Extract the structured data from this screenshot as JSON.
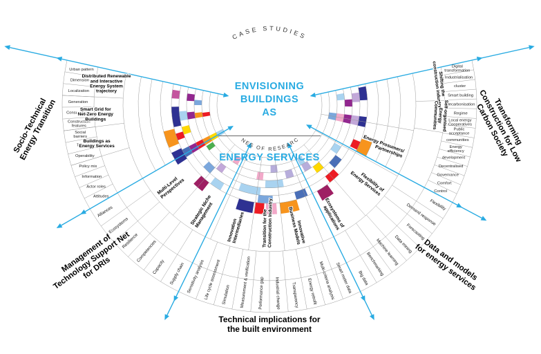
{
  "title": {
    "top": "ENVISIONING\nBUILDINGS\nAS",
    "bottom": "ENERGY SERVICES"
  },
  "arc_labels": {
    "case_studies": "CASE STUDIES",
    "lines_of_research": "LINES OF RESEARCH"
  },
  "outer_group_labels": [
    {
      "text": "Socio-Technical\nEnergy Transition"
    },
    {
      "text": "Management of\nTechnology Support Net\nfor DRIs"
    },
    {
      "text": "Technical implications for\nthe built environment"
    },
    {
      "text": "Data and models\nfor energy services"
    },
    {
      "text": "Transforming\nConstruction for Low\nCarbon Society"
    }
  ],
  "diagram": {
    "accent_color": "#29abe2",
    "grid_color": "#9a9a9a",
    "text_color": "#222222",
    "palette": {
      "darkblue": "#2e3192",
      "blue": "#4a6fb7",
      "medblue": "#7ba7dc",
      "ltblue": "#a9d3f0",
      "purple": "#92278f",
      "ltpurple": "#c2a8d9",
      "magenta": "#c4559e",
      "pink": "#f2a9c9",
      "lavender": "#b7addb",
      "red": "#ed1c24",
      "darkred": "#9e1f63",
      "orange": "#f7941d",
      "yellow": "#ffd800",
      "green": "#4caf50"
    },
    "left_outer_labels": [
      "Urban pattern",
      "Dimension",
      "Localization",
      "Generation",
      "Consumption",
      "Construction features",
      "Social barriers",
      "Target",
      "Operability",
      "Policy mix",
      "Information",
      "Actor roles",
      "Attitudes"
    ],
    "right_outer_labels": [
      "Digital transformation",
      "Industrialisation",
      "cluster",
      "Smart building",
      "decarbonisation",
      "Regime",
      "Local energy Cooperatives",
      "Public acceptance",
      "communities",
      "Energy efficiency",
      "development",
      "Decentralised",
      "Governance",
      "Comfort",
      "Control"
    ],
    "mgmt_spoke_labels": [
      "Alliances",
      "Ecosystems",
      "Resilience",
      "Competencies",
      "Capacity",
      "Supply chain"
    ],
    "technical_spoke_labels": [
      "Sensitivity analysis",
      "Life cycle assessment",
      "Simulation",
      "Measurement & verification",
      "Performance gap",
      "Industrial change",
      "Transparency",
      "Energy retrofit",
      "Multi-criteria analysis",
      "Smart meter data"
    ],
    "data_spoke_labels": [
      "Big data",
      "Benchmarking",
      "Machine learning",
      "Data mining",
      "Forecasting",
      "Demand response",
      "Flexibility"
    ],
    "research_lines": [
      {
        "lines": [
          "Multi-Level",
          "Perspectives"
        ],
        "angle": 140.5
      },
      {
        "lines": [
          "Strategic Niche",
          "Management"
        ],
        "angle": 122
      },
      {
        "lines": [
          "Innovation",
          "Intermediaries"
        ],
        "angle": 105.5
      },
      {
        "lines": [
          "Transition for the",
          "Construction Industry"
        ],
        "angle": 91
      },
      {
        "lines": [
          "Innovative",
          "Business Models"
        ],
        "angle": 77
      },
      {
        "lines": [
          "Ecosystems of",
          "applications"
        ],
        "angle": 60
      },
      {
        "lines": [
          "Flexibility of",
          "Energy Services"
        ],
        "angle": 38
      },
      {
        "lines": [
          "Energy Prosumers/",
          "Partnerships"
        ],
        "angle": 20
      }
    ],
    "case_studies_left": [
      {
        "lines": [
          "Distributed Renewable",
          "and Interactive",
          "Energy System",
          "trajectory"
        ],
        "angle": 187.5,
        "r": 238
      },
      {
        "lines": [
          "Smart Grid for",
          "Net-Zero Energy",
          "Buildings"
        ],
        "angle": 177,
        "r": 252
      },
      {
        "lines": [
          "Buildings as",
          "Energy Services"
        ],
        "angle": 167.5,
        "r": 256
      }
    ],
    "case_studies_right": [
      {
        "lines": [
          "Shifting the",
          "construction industry"
        ],
        "angle": -7,
        "r": 248
      },
      {
        "lines": [
          "Self-organised",
          "Energy",
          "Communities"
        ],
        "angle": 3.5,
        "r": 248
      }
    ],
    "cells": [
      {
        "ring": 5,
        "a1": 167,
        "a2": 179,
        "color": "darkblue"
      },
      {
        "ring": 4,
        "a1": 170,
        "a2": 176,
        "color": "ltblue"
      },
      {
        "ring": 3,
        "a1": 170,
        "a2": 175,
        "color": "purple"
      },
      {
        "ring": 2,
        "a1": 170,
        "a2": 174,
        "color": "orange"
      },
      {
        "ring": 1,
        "a1": 170,
        "a2": 173.5,
        "color": "red"
      },
      {
        "ring": 4,
        "a1": 161,
        "a2": 166,
        "color": "yellow"
      },
      {
        "ring": 6,
        "a1": 157,
        "a2": 166,
        "color": "orange"
      },
      {
        "ring": 5,
        "a1": 159,
        "a2": 163,
        "color": "red"
      },
      {
        "ring": 3,
        "a1": 183,
        "a2": 188,
        "color": "purple"
      },
      {
        "ring": 5,
        "a1": 184,
        "a2": 189,
        "color": "magenta"
      },
      {
        "ring": 2,
        "a1": 180,
        "a2": 184,
        "color": "medblue"
      },
      {
        "ring": 6,
        "a1": 147,
        "a2": 154,
        "color": "darkblue"
      },
      {
        "ring": 5,
        "a1": 148,
        "a2": 153,
        "color": "blue"
      },
      {
        "ring": 4,
        "a1": 148,
        "a2": 153,
        "color": "purple"
      },
      {
        "ring": 3,
        "a1": 148,
        "a2": 153,
        "color": "red"
      },
      {
        "ring": 2,
        "a1": 148,
        "a2": 153,
        "color": "orange"
      },
      {
        "ring": 1,
        "a1": 148,
        "a2": 153,
        "color": "yellow"
      },
      {
        "ring": 0,
        "a1": 148,
        "a2": 153,
        "color": "ltblue"
      },
      {
        "ring": 2,
        "a1": 143,
        "a2": 147,
        "color": "green"
      },
      {
        "ring": 4,
        "a1": 131,
        "a2": 137,
        "color": "medblue"
      },
      {
        "ring": 3,
        "a1": 125,
        "a2": 130,
        "color": "ltpurple"
      },
      {
        "ring": 5,
        "a1": 120,
        "a2": 127,
        "color": "ltblue"
      },
      {
        "ring": 1,
        "a1": 118,
        "a2": 123,
        "color": "pink"
      },
      {
        "ring": 6,
        "a1": 128,
        "a2": 134,
        "color": "darkred"
      },
      {
        "ring": 4,
        "a1": 96,
        "a2": 110,
        "color": "ltblue"
      },
      {
        "ring": 3,
        "a1": 80,
        "a2": 93,
        "color": "ltblue"
      },
      {
        "ring": 5,
        "a1": 88,
        "a2": 97,
        "color": "medblue"
      },
      {
        "ring": 6,
        "a1": 99,
        "a2": 108,
        "color": "darkblue"
      },
      {
        "ring": 2,
        "a1": 95,
        "a2": 100,
        "color": "pink"
      },
      {
        "ring": 1,
        "a1": 83,
        "a2": 89,
        "color": "lavender"
      },
      {
        "ring": 2,
        "a1": 71,
        "a2": 77,
        "color": "lavender"
      },
      {
        "ring": 5,
        "a1": 67,
        "a2": 74,
        "color": "blue"
      },
      {
        "ring": 6,
        "a1": 74,
        "a2": 84,
        "color": "orange"
      },
      {
        "ring": 6,
        "a1": 93,
        "a2": 98,
        "color": "red"
      },
      {
        "ring": 6,
        "a1": 86,
        "a2": 92,
        "color": "pink"
      },
      {
        "ring": 5,
        "a1": 45,
        "a2": 52,
        "color": "red"
      },
      {
        "ring": 6,
        "a1": 54,
        "a2": 61,
        "color": "darkred"
      },
      {
        "ring": 3,
        "a1": 49,
        "a2": 55,
        "color": "yellow"
      },
      {
        "ring": 4,
        "a1": 37,
        "a2": 44,
        "color": "blue"
      },
      {
        "ring": 3,
        "a1": 30,
        "a2": 36,
        "color": "ltblue"
      },
      {
        "ring": 2,
        "a1": 56,
        "a2": 62,
        "color": "lavender"
      },
      {
        "ring": 1,
        "a1": 58,
        "a2": 63,
        "color": "ltblue"
      },
      {
        "ring": 6,
        "a1": 20,
        "a2": 28,
        "color": "orange"
      },
      {
        "ring": 5,
        "a1": 22,
        "a2": 27,
        "color": "red"
      },
      {
        "ring": 5,
        "a1": 7,
        "a2": 13,
        "color": "darkblue"
      },
      {
        "ring": 4,
        "a1": 7,
        "a2": 13,
        "color": "ltpurple"
      },
      {
        "ring": 3,
        "a1": 7,
        "a2": 13,
        "color": "purple"
      },
      {
        "ring": 2,
        "a1": 7,
        "a2": 13,
        "color": "pink"
      },
      {
        "ring": 1,
        "a1": 7,
        "a2": 13,
        "color": "medblue"
      },
      {
        "ring": 5,
        "a1": -11,
        "a2": -3,
        "color": "darkblue"
      },
      {
        "ring": 4,
        "a1": -8,
        "a2": -2,
        "color": "ltpurple"
      },
      {
        "ring": 3,
        "a1": -4,
        "a2": 1,
        "color": "purple"
      },
      {
        "ring": 2,
        "a1": -9,
        "a2": -4,
        "color": "ltblue"
      }
    ]
  }
}
